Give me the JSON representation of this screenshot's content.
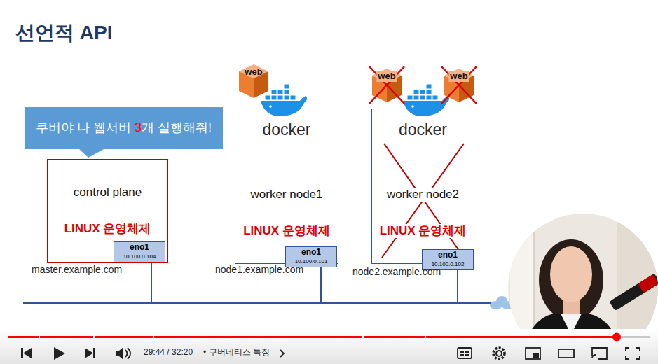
{
  "diagram": {
    "title": "선언적 API",
    "nodes": [
      {
        "text": [
          "쿠버야 나 웹서버 3개 실행해줘!"
        ]
      },
      {
        "text": [
          "control plane",
          "LINUX 운영체제"
        ]
      },
      {
        "text": [
          "eno1",
          "10.100.0.104"
        ],
        "in": 1
      },
      {
        "text": [
          "web"
        ]
      },
      {
        "text": [
          "docker",
          "worker node1",
          "LINUX 운영체제"
        ]
      },
      {
        "text": [
          "eno1",
          "10.100.0.101"
        ],
        "in": 4
      },
      {
        "text": [
          "web"
        ]
      },
      {
        "text": [
          "web"
        ]
      },
      {
        "text": [
          "docker",
          "worker node2",
          "LINUX 운영체제"
        ]
      },
      {
        "text": [
          "eno1",
          "10.100.0.102"
        ],
        "in": 8
      }
    ],
    "labels": [
      "master.example.com",
      "node1.example.com",
      "node2.example.com",
      "29:44 / 32:20",
      "• 쿠버네티스 특징"
    ]
  }
}
